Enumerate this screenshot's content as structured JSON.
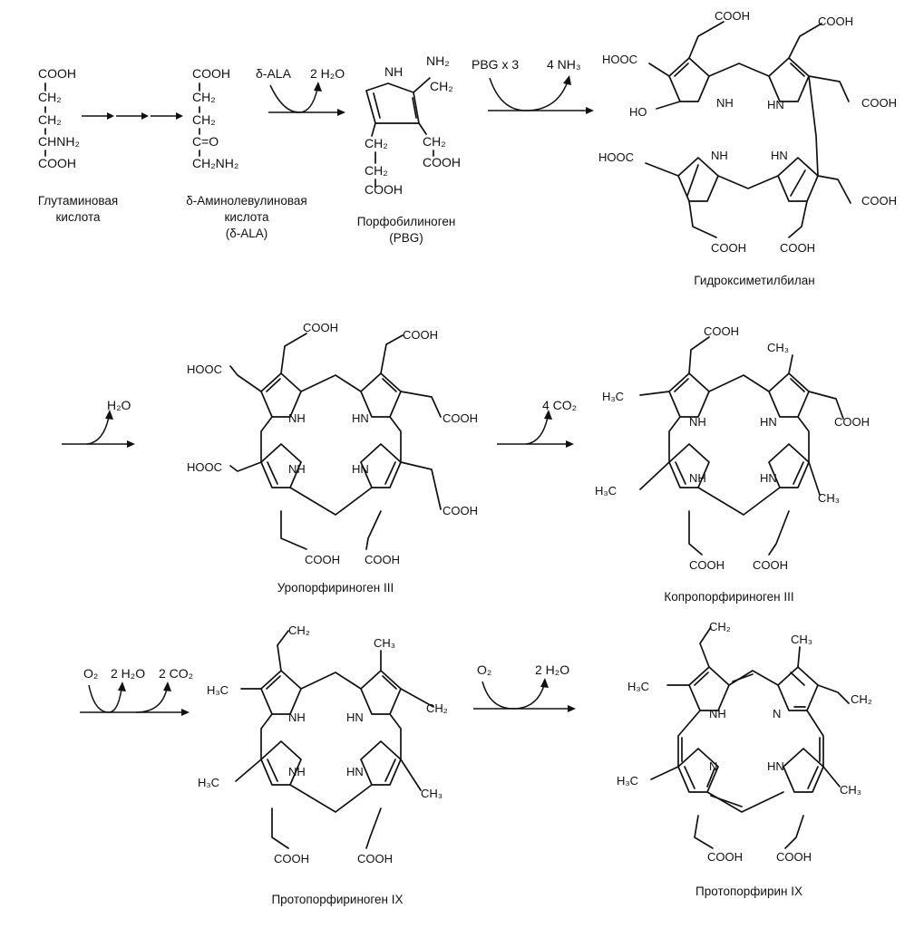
{
  "glu": {
    "l1": "COOH",
    "l2": "CH₂",
    "l3": "CH₂",
    "l4": "CHNH₂",
    "l5": "COOH",
    "name1": "Глутаминовая",
    "name2": "кислота"
  },
  "ala": {
    "l1": "COOH",
    "l2": "CH₂",
    "l3": "CH₂",
    "l4": "C=O",
    "l5": "CH₂NH₂",
    "name1": "δ-Аминолевулиновая",
    "name2": "кислота",
    "name3": "(δ-ALA)"
  },
  "step1": {
    "in": "δ-ALA",
    "out": "2 H₂O"
  },
  "pbg": {
    "nh": "NH",
    "nh2": "NH₂",
    "ch2a": "CH₂",
    "ch2b": "CH₂",
    "ch2c": "CH₂",
    "cooh1": "COOH",
    "cooh2": "COOH",
    "name1": "Порфобилиноген",
    "name2": "(PBG)"
  },
  "step2": {
    "in": "PBG x 3",
    "out": "4 NH₃"
  },
  "hmb": {
    "cooh": "COOH",
    "hooc": "HOOC",
    "ho": "HO",
    "nh": "NH",
    "hn": "HN",
    "name": "Гидроксиметилбилан"
  },
  "step3": {
    "out": "H₂O"
  },
  "uro": {
    "cooh": "COOH",
    "hooc": "HOOC",
    "nh": "NH",
    "hn": "HN",
    "name": "Уропорфириноген III"
  },
  "step4": {
    "out": "4 CO₂"
  },
  "copro": {
    "cooh": "COOH",
    "ch3": "CH₃",
    "h3c": "H₃C",
    "nh": "NH",
    "hn": "HN",
    "name": "Копропорфириноген III"
  },
  "step5": {
    "in": "O₂",
    "out1": "2 H₂O",
    "out2": "2 CO₂"
  },
  "protogen": {
    "cooh": "COOH",
    "ch3": "CH₃",
    "h3c": "H₃C",
    "ch2": "CH₂",
    "nh": "NH",
    "hn": "HN",
    "name": "Протопорфириноген IX"
  },
  "step6": {
    "in": "O₂",
    "out": "2 H₂O"
  },
  "proto": {
    "cooh": "COOH",
    "ch3": "CH₃",
    "h3c": "H₃C",
    "ch2": "CH₂",
    "nh": "NH",
    "hn": "HN",
    "n": "N",
    "name": "Протопорфирин IX"
  }
}
